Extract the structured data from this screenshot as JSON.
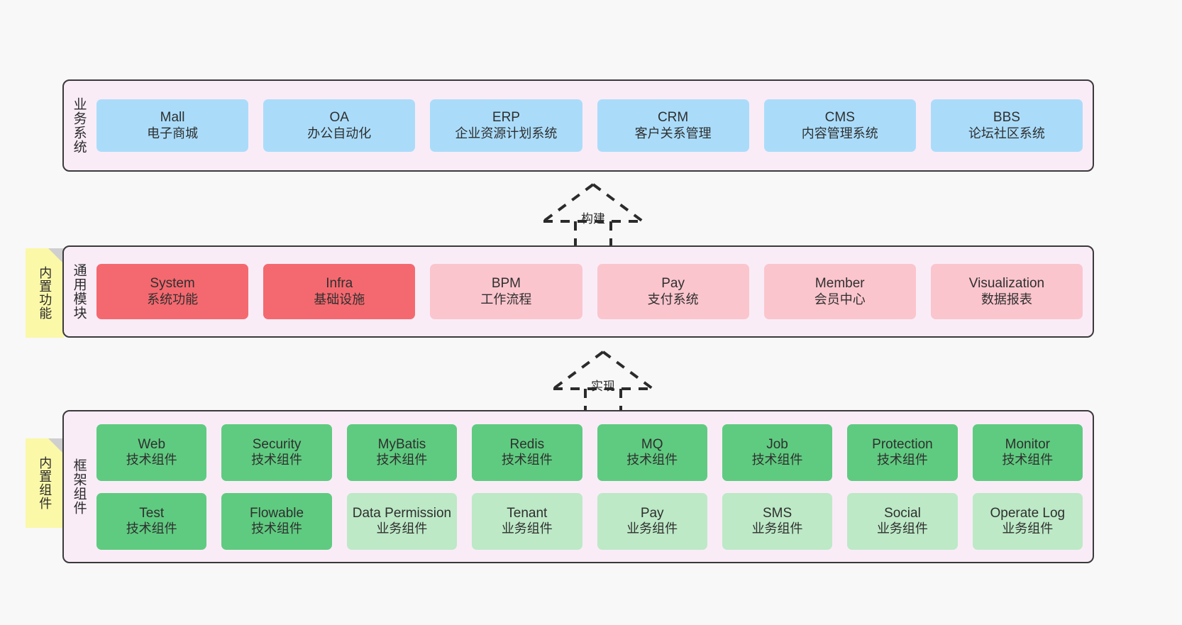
{
  "background_color": "#f8f8f8",
  "layers": [
    {
      "id": "business",
      "title": "业务系统",
      "rows": [
        {
          "cards": [
            {
              "en": "Mall",
              "cn": "电子商城",
              "style": "blue"
            },
            {
              "en": "OA",
              "cn": "办公自动化",
              "style": "blue"
            },
            {
              "en": "ERP",
              "cn": "企业资源计划系统",
              "style": "blue"
            },
            {
              "en": "CRM",
              "cn": "客户关系管理",
              "style": "blue"
            },
            {
              "en": "CMS",
              "cn": "内容管理系统",
              "style": "blue"
            },
            {
              "en": "BBS",
              "cn": "论坛社区系统",
              "style": "blue"
            }
          ]
        }
      ]
    },
    {
      "id": "modules",
      "title": "通用模块",
      "note": "内置功能",
      "rows": [
        {
          "cards": [
            {
              "en": "System",
              "cn": "系统功能",
              "style": "redhi"
            },
            {
              "en": "Infra",
              "cn": "基础设施",
              "style": "redhi"
            },
            {
              "en": "BPM",
              "cn": "工作流程",
              "style": "redlo"
            },
            {
              "en": "Pay",
              "cn": "支付系统",
              "style": "redlo"
            },
            {
              "en": "Member",
              "cn": "会员中心",
              "style": "redlo"
            },
            {
              "en": "Visualization",
              "cn": "数据报表",
              "style": "redlo"
            }
          ]
        }
      ]
    },
    {
      "id": "framework",
      "title": "框架组件",
      "note": "内置组件",
      "rows": [
        {
          "cards": [
            {
              "en": "Web",
              "cn": "技术组件",
              "style": "greenhi"
            },
            {
              "en": "Security",
              "cn": "技术组件",
              "style": "greenhi"
            },
            {
              "en": "MyBatis",
              "cn": "技术组件",
              "style": "greenhi"
            },
            {
              "en": "Redis",
              "cn": "技术组件",
              "style": "greenhi"
            },
            {
              "en": "MQ",
              "cn": "技术组件",
              "style": "greenhi"
            },
            {
              "en": "Job",
              "cn": "技术组件",
              "style": "greenhi"
            },
            {
              "en": "Protection",
              "cn": "技术组件",
              "style": "greenhi"
            },
            {
              "en": "Monitor",
              "cn": "技术组件",
              "style": "greenhi"
            }
          ]
        },
        {
          "cards": [
            {
              "en": "Test",
              "cn": "技术组件",
              "style": "greenhi"
            },
            {
              "en": "Flowable",
              "cn": "技术组件",
              "style": "greenhi"
            },
            {
              "en": "Data Permission",
              "cn": "业务组件",
              "style": "greenlo"
            },
            {
              "en": "Tenant",
              "cn": "业务组件",
              "style": "greenlo"
            },
            {
              "en": "Pay",
              "cn": "业务组件",
              "style": "greenlo"
            },
            {
              "en": "SMS",
              "cn": "业务组件",
              "style": "greenlo"
            },
            {
              "en": "Social",
              "cn": "业务组件",
              "style": "greenlo"
            },
            {
              "en": "Operate Log",
              "cn": "业务组件",
              "style": "greenlo"
            }
          ]
        }
      ]
    }
  ],
  "arrows": [
    {
      "id": "build",
      "label": "构建"
    },
    {
      "id": "realize",
      "label": "实现"
    }
  ],
  "colors": {
    "band_fill": "#f9ecf7",
    "band_border": "#3a3a3a",
    "blue": "#aadcfa",
    "red_strong": "#f4696f",
    "red_soft": "#fbc5cd",
    "green_strong": "#5fcb80",
    "green_soft": "#bde9c6",
    "note_fill": "#fbf8a8",
    "note_fold": "#cfcfcf"
  }
}
